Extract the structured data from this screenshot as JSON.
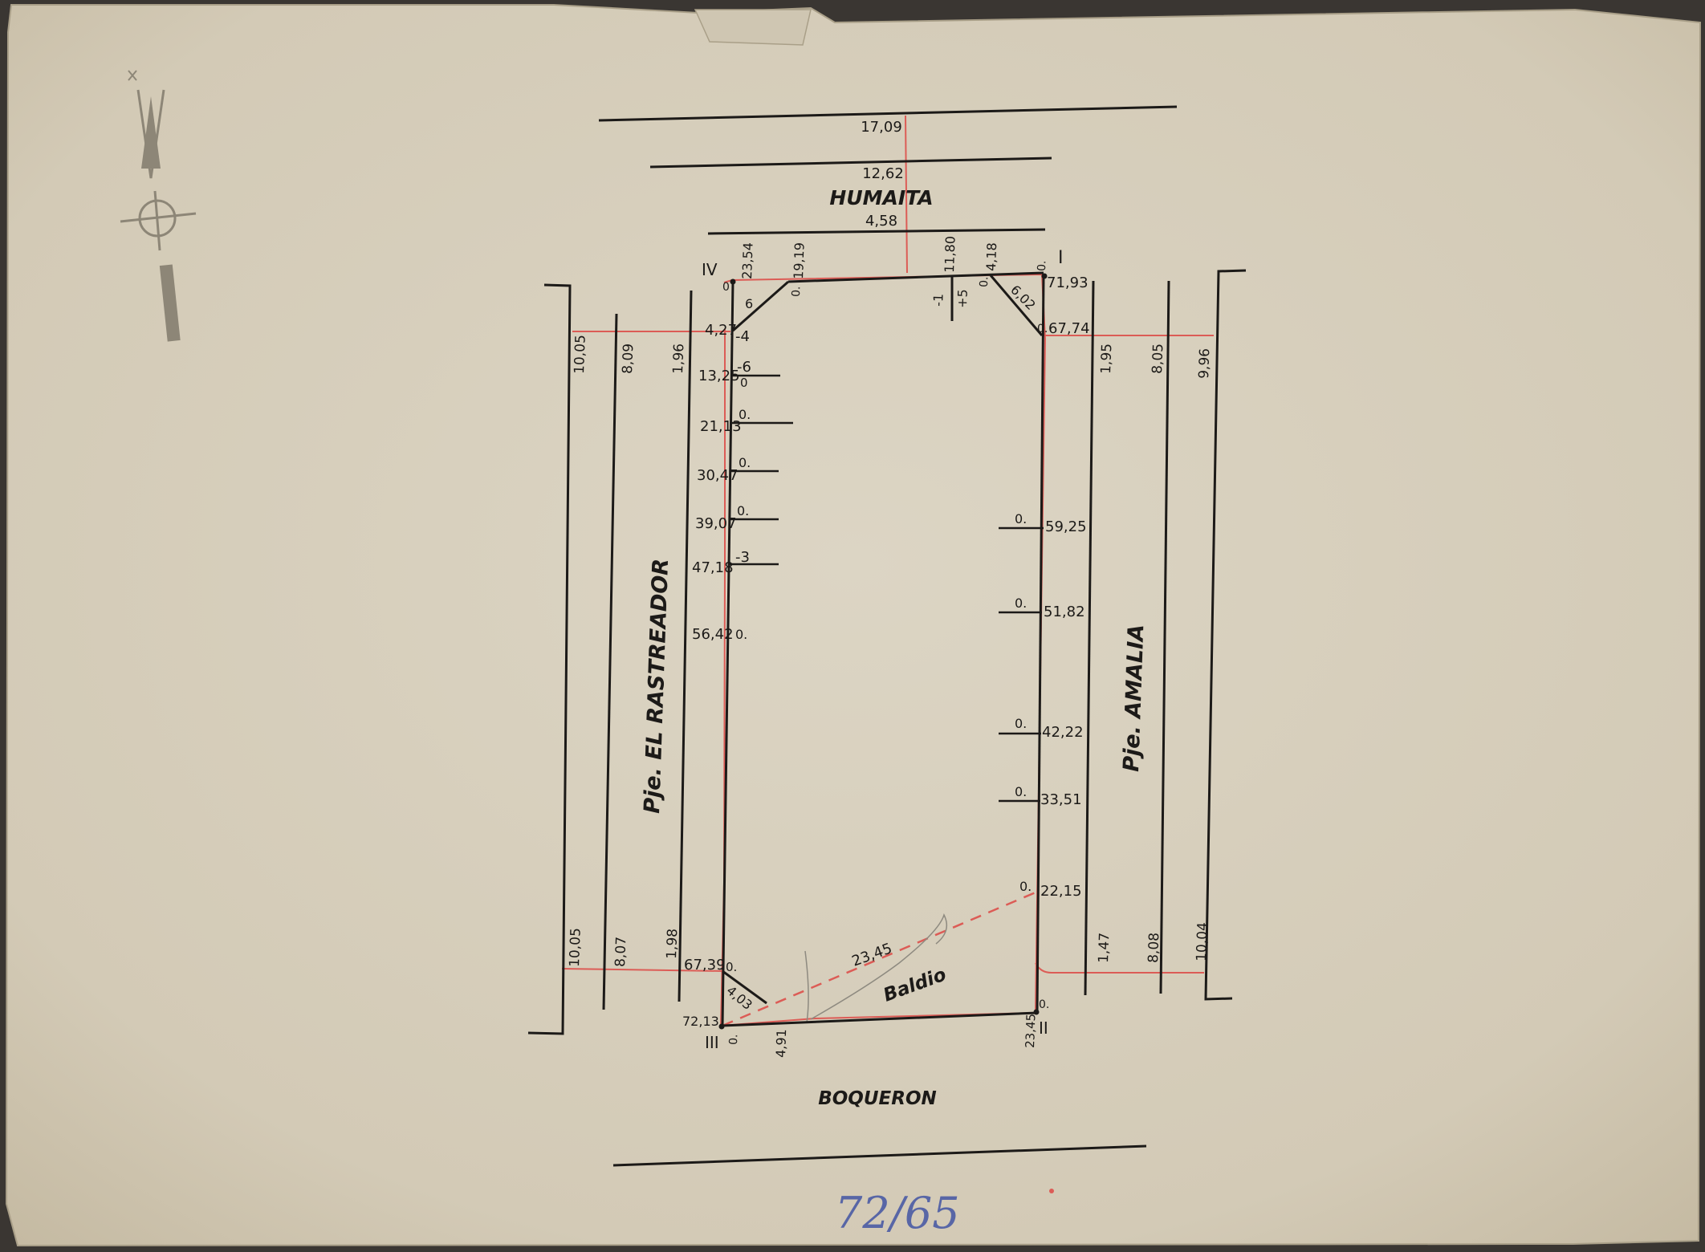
{
  "streets": {
    "north": "HUMAITA",
    "south": "BOQUERON",
    "west": "Pje. EL RASTREADOR",
    "east": "Pje. AMALIA",
    "lot_note": "Baldio"
  },
  "corners": {
    "c1": "I",
    "c2": "II",
    "c3": "III",
    "c4": "IV"
  },
  "north_widths": {
    "w1": "17,09",
    "w2": "12,62",
    "w3": "4,58"
  },
  "west_widths_top": {
    "a": "10,05",
    "b": "8,09",
    "c": "1,96"
  },
  "west_widths_bottom": {
    "a": "10,05",
    "b": "8,07",
    "c": "1,98"
  },
  "east_widths_top": {
    "a": "1,95",
    "b": "8,05",
    "c": "9,96"
  },
  "east_widths_bottom": {
    "a": "1,47",
    "b": "8,08",
    "c": "10,04"
  },
  "top_edge": {
    "a": "23,54",
    "b": "19,19",
    "c": "11,80",
    "d": "4,18",
    "e": "71,93",
    "f": "67,74",
    "g": "6,02",
    "h": "-1",
    "i": "+5"
  },
  "west_stations": [
    {
      "dist": "4,27",
      "off": "-4"
    },
    {
      "dist": "13,25",
      "off": "-6"
    },
    {
      "dist": "21,13",
      "off": "0."
    },
    {
      "dist": "30,47",
      "off": "0."
    },
    {
      "dist": "39,07",
      "off": "0."
    },
    {
      "dist": "47,18",
      "off": "-3"
    },
    {
      "dist": "56,42",
      "off": "0."
    }
  ],
  "west_misc": {
    "six": "6",
    "zero1": "0.",
    "zero2": "0"
  },
  "east_stations": [
    {
      "dist": "59,25",
      "off": "0."
    },
    {
      "dist": "51,82",
      "off": "0."
    },
    {
      "dist": "42,22",
      "off": "0."
    },
    {
      "dist": "33,51",
      "off": "0."
    },
    {
      "dist": "22,15",
      "off": "0."
    }
  ],
  "bottom": {
    "sw_dist": "67,39",
    "sw_off": "0.",
    "chamfer": "4,03",
    "w_corner": "72,13",
    "w_corner_off": "0.",
    "bottom_dist": "4,91",
    "e_corner": "23,45",
    "e_corner_off": "0.",
    "diag": "23,45"
  },
  "corner_zeros": {
    "nw": "0",
    "ne": "0.",
    "ne2": "0.",
    "nne": "0."
  },
  "file_no": "72/65",
  "colors": {
    "paper": "#d7cfbd",
    "ink": "#1c1a18",
    "red": "#dc5c56",
    "blue": "#5866a6"
  }
}
